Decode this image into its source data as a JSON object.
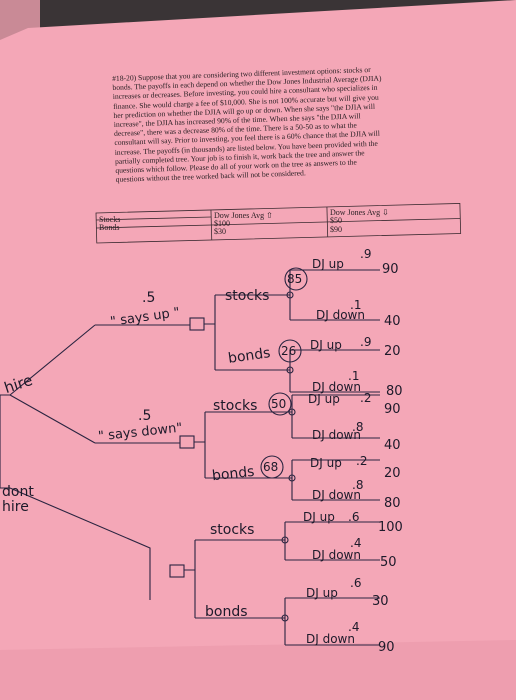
{
  "problem": {
    "lines": [
      "#18-20) Suppose that you are considering two different investment options: stocks or",
      "bonds. The payoffs in each depend on whether the Dow Jones Industrial Average (DJIA)",
      "increases or decreases. Before investing, you could hire a consultant who specializes in",
      "finance. She would charge a fee of $10,000. She is not 100% accurate but will give you",
      "her prediction on whether the DJIA will go up or down. When she says \"the DJIA will",
      "increase\", the DJIA has increased 90% of the time. When she says \"the DJIA will",
      "decrease\", there was a decrease 80% of the time. There is a 50-50 as to what the",
      "consultant will say. Prior to investing, you feel there is a 60% chance that the DJIA will",
      "increase. The payoffs (in thousands) are listed below. You have been provided with the",
      "partially completed tree. Your job is to finish it, work back the tree and answer the",
      "questions which follow. Please do all of your work on the tree as answers to the",
      "questions without the tree worked back will not be considered."
    ]
  },
  "table": {
    "row_labels": [
      "Stocks",
      "Bonds"
    ],
    "col1_header": "Dow Jones Avg ⇧",
    "col1_values": [
      "$100",
      "$30"
    ],
    "col2_header": "Dow Jones Avg ⇩",
    "col2_values": [
      "$50",
      "$90"
    ]
  },
  "tree": {
    "hire": "hire",
    "dont_hire": "dont hire",
    "says_up": "\" says up \"",
    "says_up_p": ".5",
    "says_down": "\" says down\"",
    "says_down_p": ".5",
    "stocks": "stocks",
    "bonds": "bonds",
    "ev": [
      "85",
      "26",
      "50",
      "68"
    ],
    "outcomes": [
      {
        "label": "DJ up",
        "prob": ".9",
        "value": "90"
      },
      {
        "label": "DJ down",
        "prob": ".1",
        "value": "40"
      },
      {
        "label": "DJ up",
        "prob": ".9",
        "value": "20"
      },
      {
        "label": "DJ down",
        "prob": ".1",
        "value": "80"
      },
      {
        "label": "DJ up",
        "prob": ".2",
        "value": "90"
      },
      {
        "label": "DJ down",
        "prob": ".8",
        "value": "40"
      },
      {
        "label": "DJ up",
        "prob": ".2",
        "value": "20"
      },
      {
        "label": "DJ down",
        "prob": ".8",
        "value": "80"
      },
      {
        "label": "DJ up",
        "prob": ".6",
        "value": "100"
      },
      {
        "label": "DJ down",
        "prob": ".4",
        "value": "50"
      },
      {
        "label": "DJ up",
        "prob": ".6",
        "value": "30"
      },
      {
        "label": "DJ down",
        "prob": ".4",
        "value": "90"
      }
    ]
  },
  "colors": {
    "paper": "#f4a7b7",
    "ink": "#1d1a2a",
    "background": "#3a3436"
  }
}
